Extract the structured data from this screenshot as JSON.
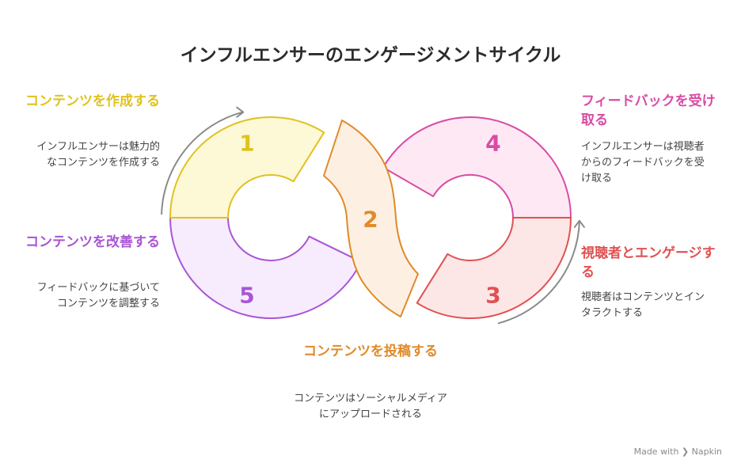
{
  "title": "インフルエンサーのエンゲージメントサイクル",
  "steps": [
    {
      "number": "1",
      "heading": "コンテンツを作成する",
      "description": "インフルエンサーは魅力的なコンテンツを作成する",
      "color": "#e0c21e",
      "fill": "#fdf8d6"
    },
    {
      "number": "2",
      "heading": "コンテンツを投稿する",
      "description": "コンテンツはソーシャルメディアにアップロードされる",
      "color": "#e08a2a",
      "fill": "#fdf0e2"
    },
    {
      "number": "3",
      "heading": "視聴者とエンゲージする",
      "description": "視聴者はコンテンツとインタラクトする",
      "color": "#e05151",
      "fill": "#fde6e6"
    },
    {
      "number": "4",
      "heading": "フィードバックを受け取る",
      "description": "インフルエンサーは視聴者からのフィードバックを受け取る",
      "color": "#d94ba4",
      "fill": "#fde8f4"
    },
    {
      "number": "5",
      "heading": "コンテンツを改善する",
      "description": "フィードバックに基づいてコンテンツを調整する",
      "color": "#a955d4",
      "fill": "#f6ecfd"
    }
  ],
  "arrow_color": "#8a8a8a",
  "footer": {
    "made_with": "Made with",
    "brand": "Napkin"
  }
}
